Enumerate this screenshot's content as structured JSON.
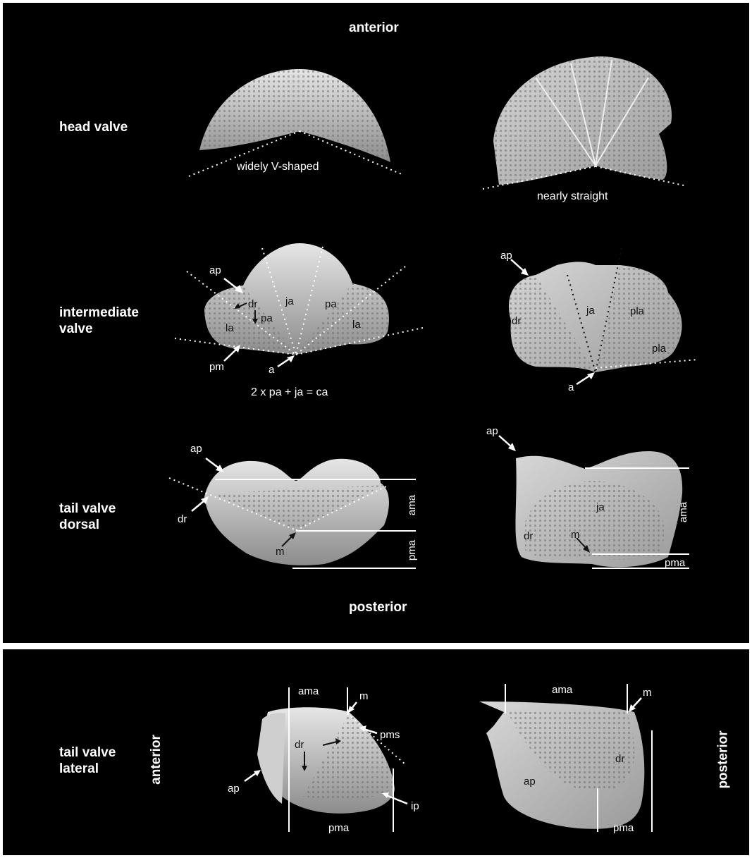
{
  "orientation": {
    "top": "anterior",
    "bottom": "posterior",
    "lateral_left": "anterior",
    "lateral_right": "posterior"
  },
  "rows": {
    "head": "head valve",
    "intermediate": "intermediate valve",
    "tail_dorsal": "tail valve dorsal",
    "tail_lateral": "tail valve lateral"
  },
  "captions": {
    "head_left": "widely V-shaped",
    "head_right": "nearly straight",
    "formula": "2 x pa + ja = ca"
  },
  "abbreviations": {
    "ap": "ap",
    "dr": "dr",
    "ja": "ja",
    "pa": "pa",
    "la": "la",
    "pm": "pm",
    "a": "a",
    "pla": "pla",
    "m": "m",
    "ama": "ama",
    "pma": "pma",
    "pms": "pms",
    "ip": "ip"
  },
  "colors": {
    "background": "#000000",
    "divider": "#ffffff",
    "label": "#ffffff",
    "shell": "#c8c8c8",
    "shell_dark": "#8c8c8c"
  }
}
